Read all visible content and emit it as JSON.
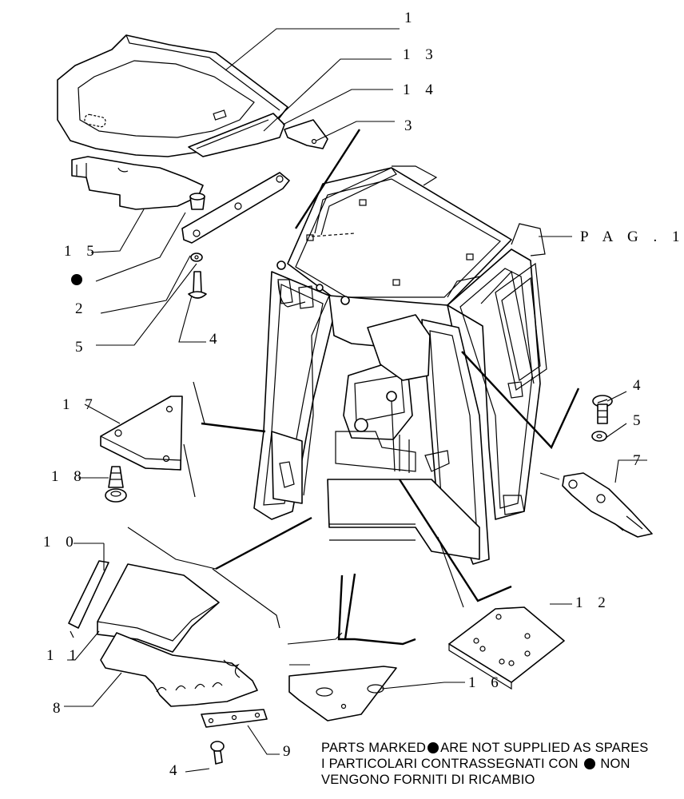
{
  "callouts": {
    "c1": "1",
    "c13": "1 3",
    "c14": "1 4",
    "c3": "3",
    "c15": "1 5",
    "c2": "2",
    "c5a": "5",
    "c4a": "4",
    "pag": "P A G . 1",
    "c17": "1 7",
    "c18": "1 8",
    "c4b": "4",
    "c5b": "5",
    "c7": "7",
    "c10": "1 0",
    "c11": "1 1",
    "c8": "8",
    "c9": "9",
    "c4c": "4",
    "c12": "1 2",
    "c16": "1 6"
  },
  "bullet_marker": "●",
  "footnote": {
    "line1_a": "PARTS MARKED",
    "line1_b": "ARE NOT SUPPLIED AS SPARES",
    "line2_a": "I PARTICOLARI CONTRASSEGNATI CON",
    "line2_b": "NON",
    "line3": "VENGONO FORNITI DI RICAMBIO"
  }
}
